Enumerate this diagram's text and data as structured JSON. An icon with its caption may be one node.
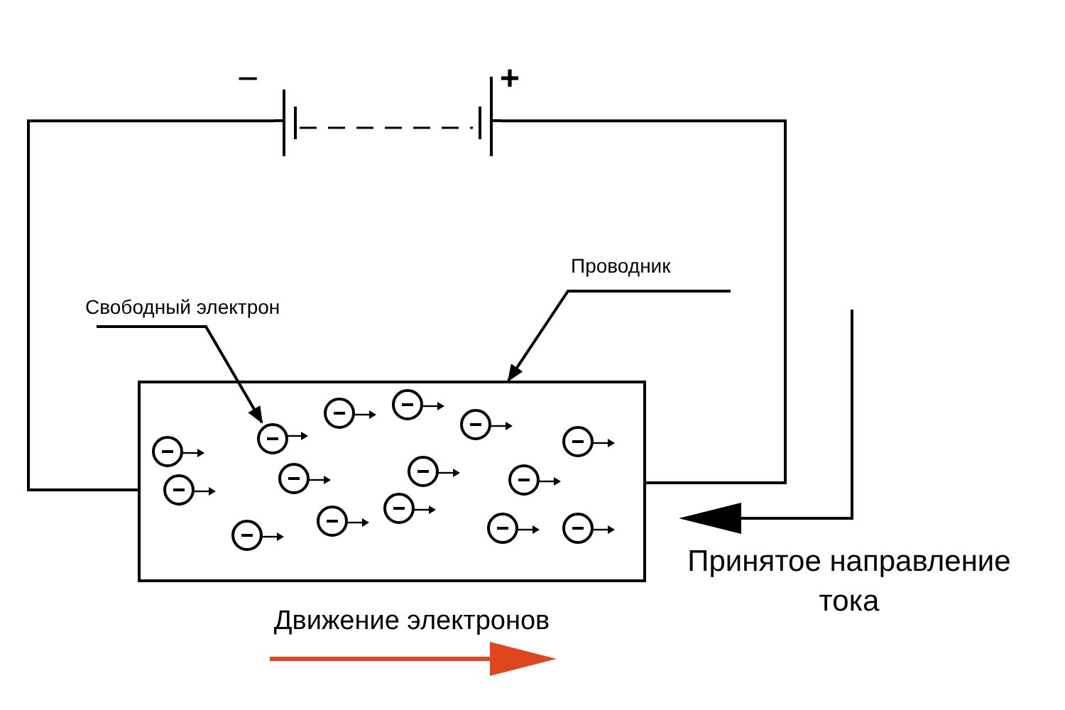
{
  "diagram": {
    "nodes": [
      {
        "text": [],
        "shape": "picture"
      },
      {
        "text": [
          "Проводник"
        ]
      },
      {
        "text": [
          "Свободный электрон"
        ]
      },
      {
        "text": [],
        "shape": "box"
      },
      {
        "text": [],
        "shape": "circle",
        "in": 3
      }
    ],
    "edges": [
      {
        "from": 0,
        "to": 3,
        "arrow": "none"
      },
      {
        "from": 0,
        "to": 3,
        "arrow": "none"
      },
      {
        "from": 1,
        "to": 3,
        "arrow": "to"
      },
      {
        "from": 2,
        "to": 4,
        "arrow": "to"
      }
    ],
    "labels": [
      "−",
      "+",
      "Принятое направление тока",
      "Движение электронов"
    ]
  }
}
